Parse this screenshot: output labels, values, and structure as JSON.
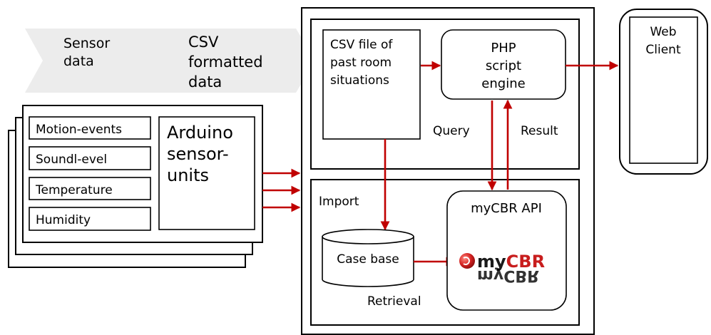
{
  "colors": {
    "arrow": "#c00000",
    "chevron_fill": "#ececec",
    "logo_red": "#c81d1d"
  },
  "chevrons": {
    "sensor_data": [
      "Sensor",
      "data"
    ],
    "csv_data": [
      "CSV",
      "formatted",
      "data"
    ]
  },
  "sensors": {
    "items": [
      "Motion-events",
      "Soundl-evel",
      "Temperature",
      "Humidity"
    ],
    "unit_label": [
      "Arduino",
      "sensor-",
      "units"
    ]
  },
  "server": {
    "csv_file": [
      "CSV file of",
      "past room",
      "situations"
    ],
    "php": [
      "PHP",
      "script",
      "engine"
    ],
    "query": "Query",
    "result": "Result",
    "import": "Import",
    "case_base": "Case base",
    "retrieval": "Retrieval",
    "api": "myCBR API",
    "logo": "myCBR",
    "logo_icon": "mycbr-logo-icon"
  },
  "client": [
    "Web",
    "Client"
  ]
}
